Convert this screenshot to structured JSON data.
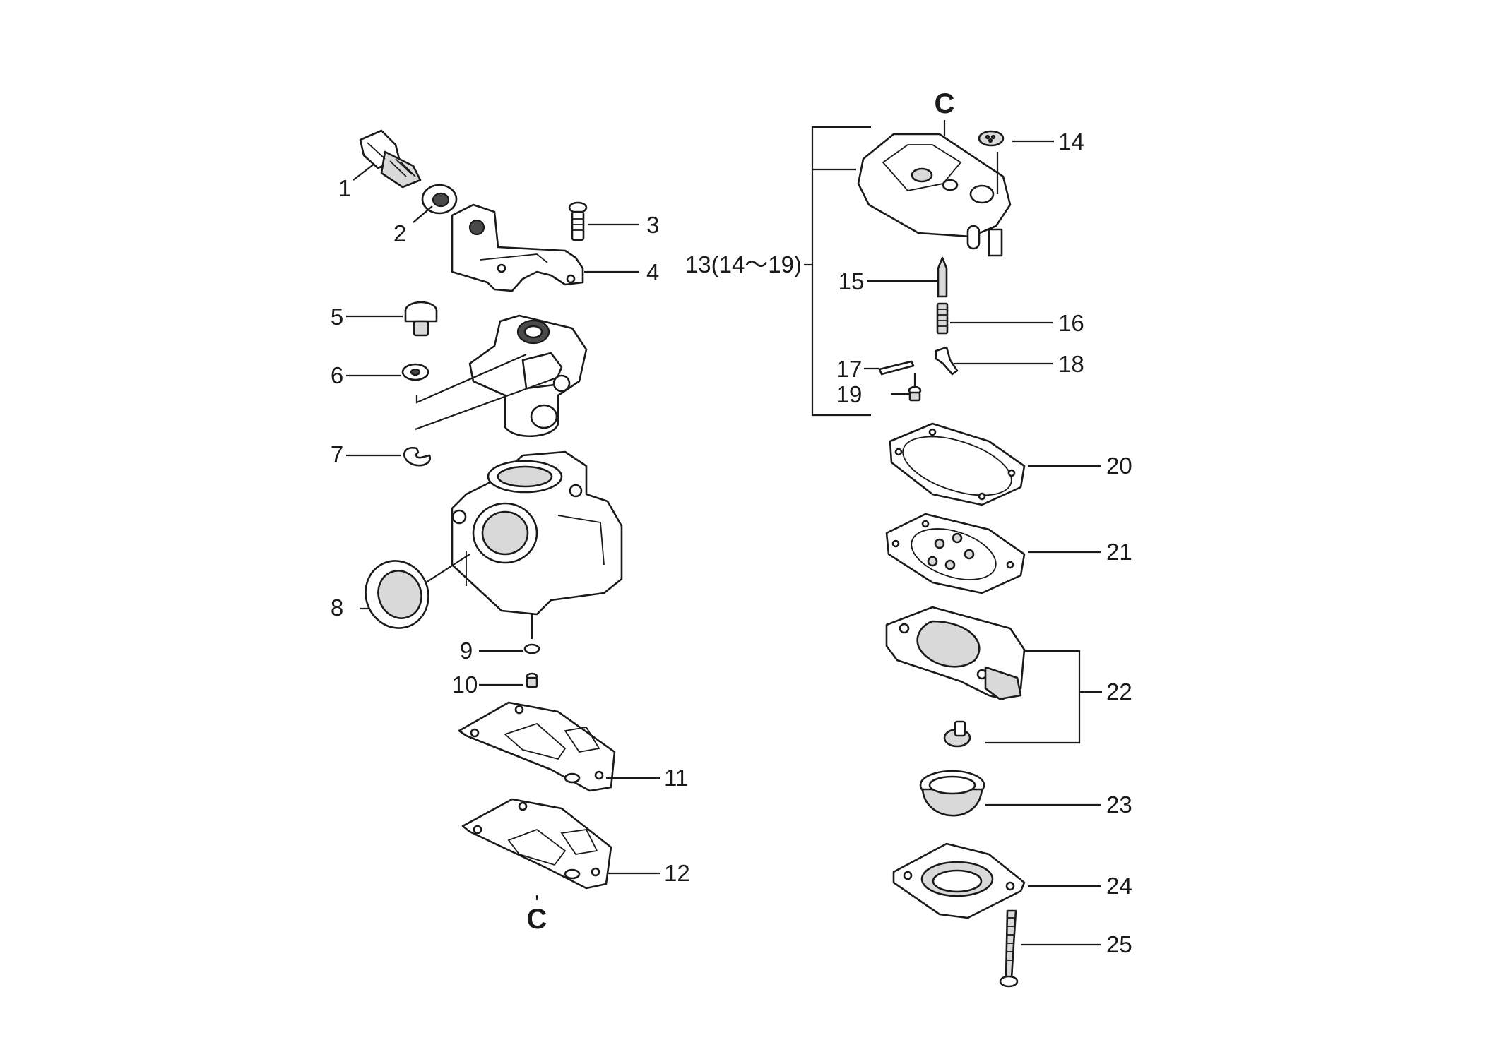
{
  "labels": {
    "p1": "1",
    "p2": "2",
    "p3": "3",
    "p4": "4",
    "p5": "5",
    "p6": "6",
    "p7": "7",
    "p8": "8",
    "p9": "9",
    "p10": "10",
    "p11": "11",
    "p12": "12",
    "p13": "13(14～19)",
    "p14": "14",
    "p15": "15",
    "p16": "16",
    "p17": "17",
    "p18": "18",
    "p19": "19",
    "p20": "20",
    "p21": "21",
    "p22": "22",
    "p23": "23",
    "p24": "24",
    "p25": "25",
    "ref_top": "C",
    "ref_bottom": "C"
  }
}
